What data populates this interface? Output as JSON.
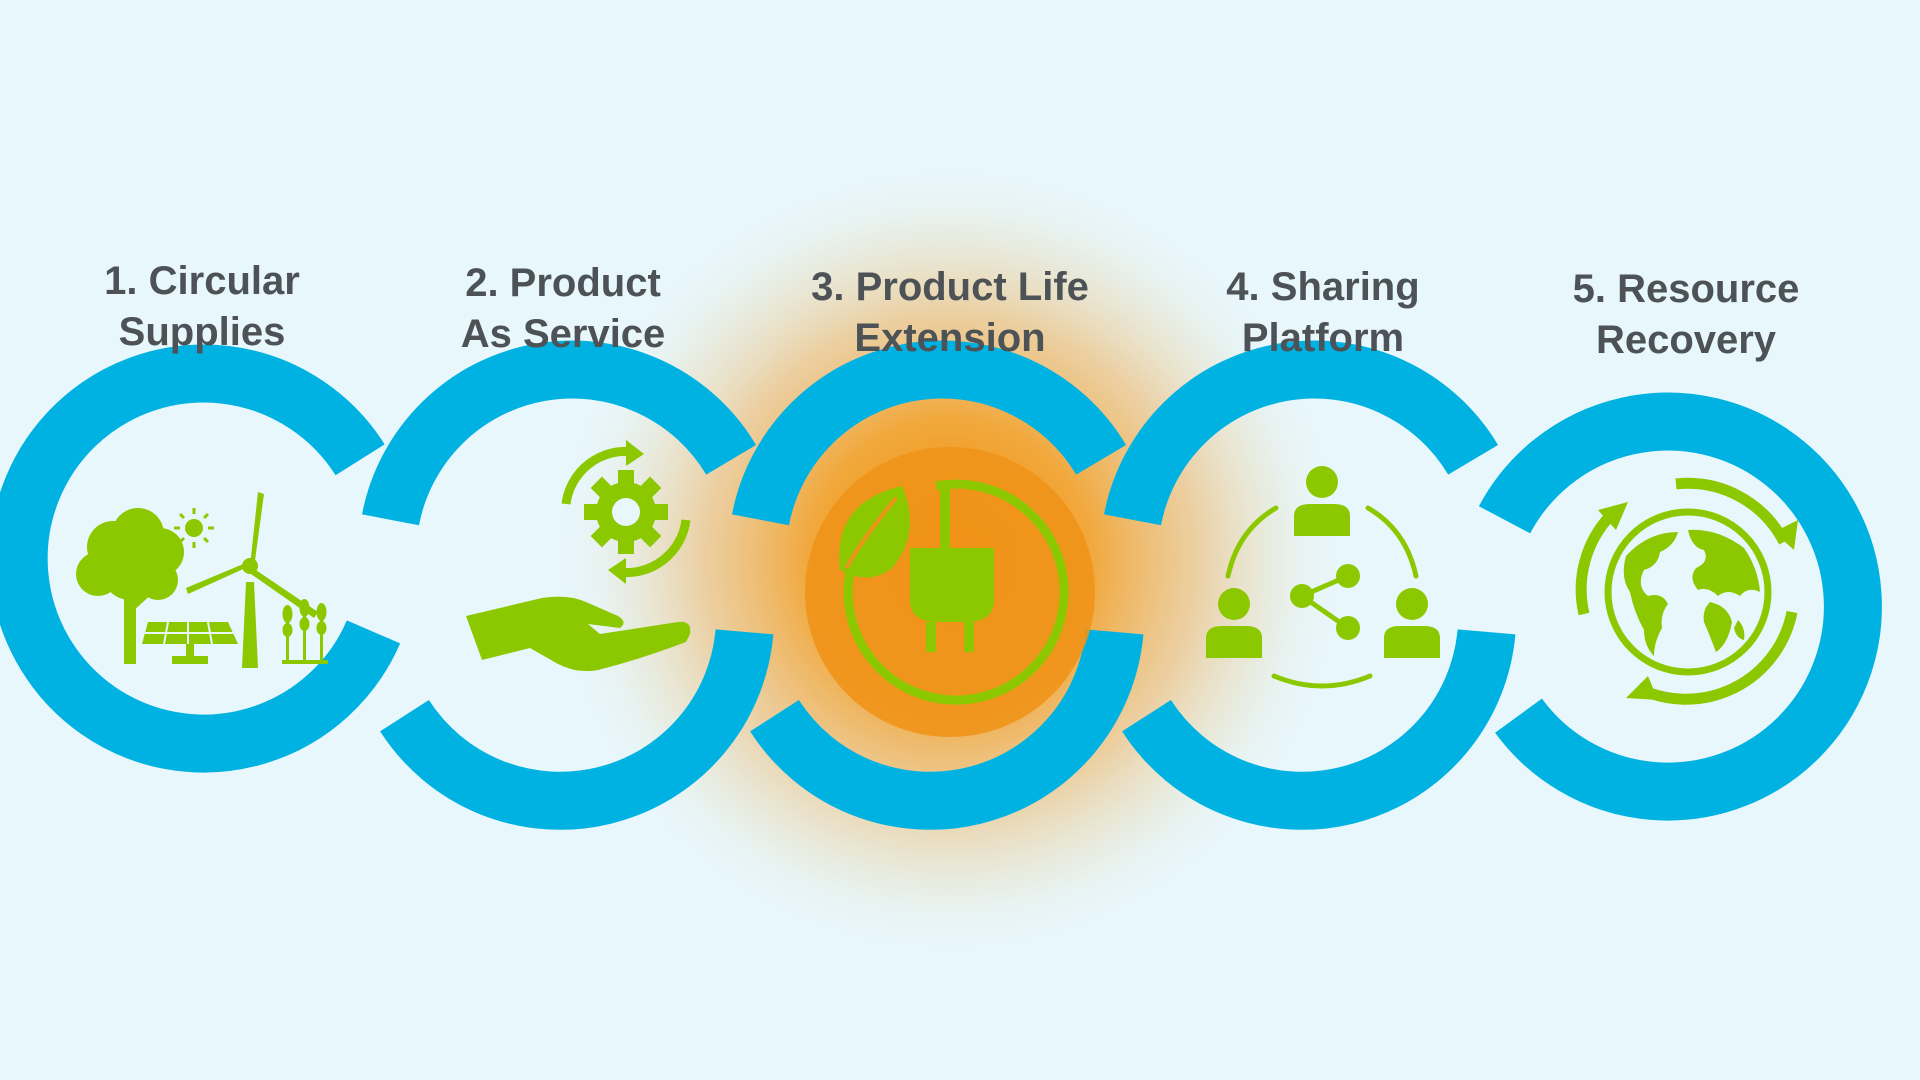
{
  "diagram": {
    "steps": [
      {
        "number": "1.",
        "line1": "1. Circular",
        "line2": "Supplies",
        "icon": "renewable-energy-icon"
      },
      {
        "number": "2.",
        "line1": "2. Product",
        "line2": "As Service",
        "icon": "hand-gear-service-icon"
      },
      {
        "number": "3.",
        "line1": "3. Product Life",
        "line2": "Extension",
        "icon": "leaf-plug-icon",
        "highlighted": true
      },
      {
        "number": "4.",
        "line1": "4. Sharing",
        "line2": "Platform",
        "icon": "people-network-icon"
      },
      {
        "number": "5.",
        "line1": "5. Resource",
        "line2": "Recovery",
        "icon": "globe-recycle-icon"
      }
    ]
  },
  "colors": {
    "background": "#e8f7fc",
    "ring": "#00b2e1",
    "icon": "#8cc800",
    "highlight": "#f08c00",
    "label": "#4d5257"
  }
}
